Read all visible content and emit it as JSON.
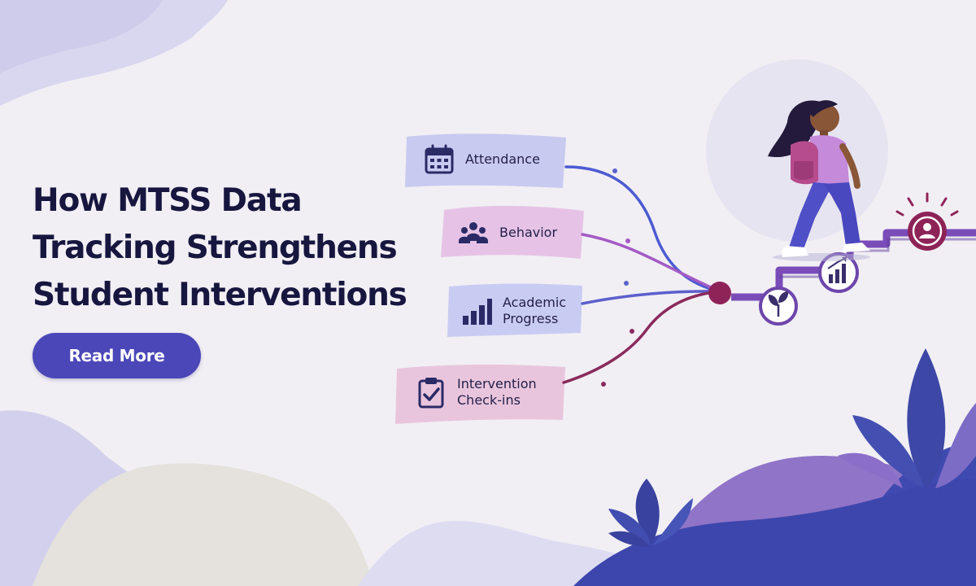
{
  "headline": {
    "lines": [
      "How MTSS Data",
      "Tracking Strengthens",
      "Student Interventions"
    ]
  },
  "cta": {
    "label": "Read More"
  },
  "categories": [
    {
      "label_lines": [
        "Attendance"
      ],
      "icon": "calendar-icon"
    },
    {
      "label_lines": [
        "Behavior"
      ],
      "icon": "group-icon"
    },
    {
      "label_lines": [
        "Academic",
        "Progress"
      ],
      "icon": "bar-chart-icon"
    },
    {
      "label_lines": [
        "Intervention",
        "Check-ins"
      ],
      "icon": "clipboard-check-icon"
    }
  ],
  "milestone_icons": [
    "sprout-icon",
    "growth-chart-icon",
    "user-icon"
  ],
  "colors": {
    "background": "#f1eff4",
    "headline": "#17163f",
    "button": "#4b47b8",
    "button_text": "#ffffff",
    "attendance": "#c9caf0",
    "behavior": "#e6c3e6",
    "academic": "#c9ccf2",
    "intervention": "#e9c5dd",
    "path": "#7a4cb8",
    "hub": "#8e2358",
    "student_shirt": "#c58ad9",
    "student_pants": "#4f4fc7",
    "leaves": "#3d3fa0"
  }
}
